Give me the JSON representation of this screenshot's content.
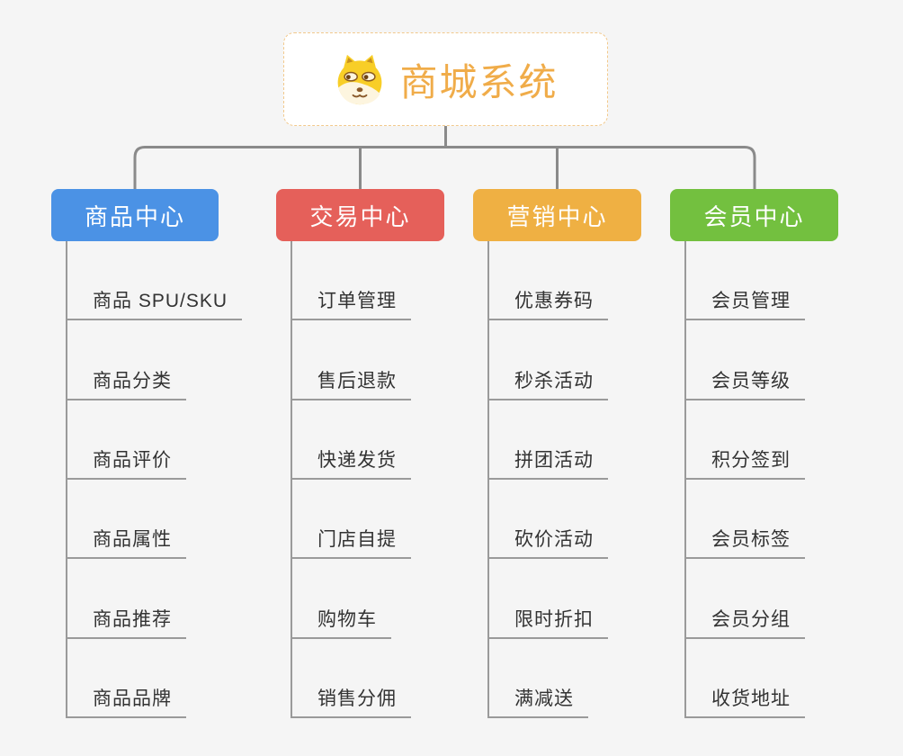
{
  "canvas": {
    "background": "#F5F5F5",
    "connector_color": "#8A8A8A",
    "underline_color": "#9A9A9A"
  },
  "root": {
    "title": "商城系统",
    "icon": "shiba-dog-icon",
    "text_color": "#F0AC49",
    "border_color": "#F2C98C"
  },
  "branches": [
    {
      "label": "商品中心",
      "color": "#4B92E5",
      "items": [
        "商品 SPU/SKU",
        "商品分类",
        "商品评价",
        "商品属性",
        "商品推荐",
        "商品品牌"
      ]
    },
    {
      "label": "交易中心",
      "color": "#E5605A",
      "items": [
        "订单管理",
        "售后退款",
        "快递发货",
        "门店自提",
        "购物车",
        "销售分佣"
      ]
    },
    {
      "label": "营销中心",
      "color": "#EFB043",
      "items": [
        "优惠券码",
        "秒杀活动",
        "拼团活动",
        "砍价活动",
        "限时折扣",
        "满减送"
      ]
    },
    {
      "label": "会员中心",
      "color": "#73C03F",
      "items": [
        "会员管理",
        "会员等级",
        "积分签到",
        "会员标签",
        "会员分组",
        "收货地址"
      ]
    }
  ]
}
